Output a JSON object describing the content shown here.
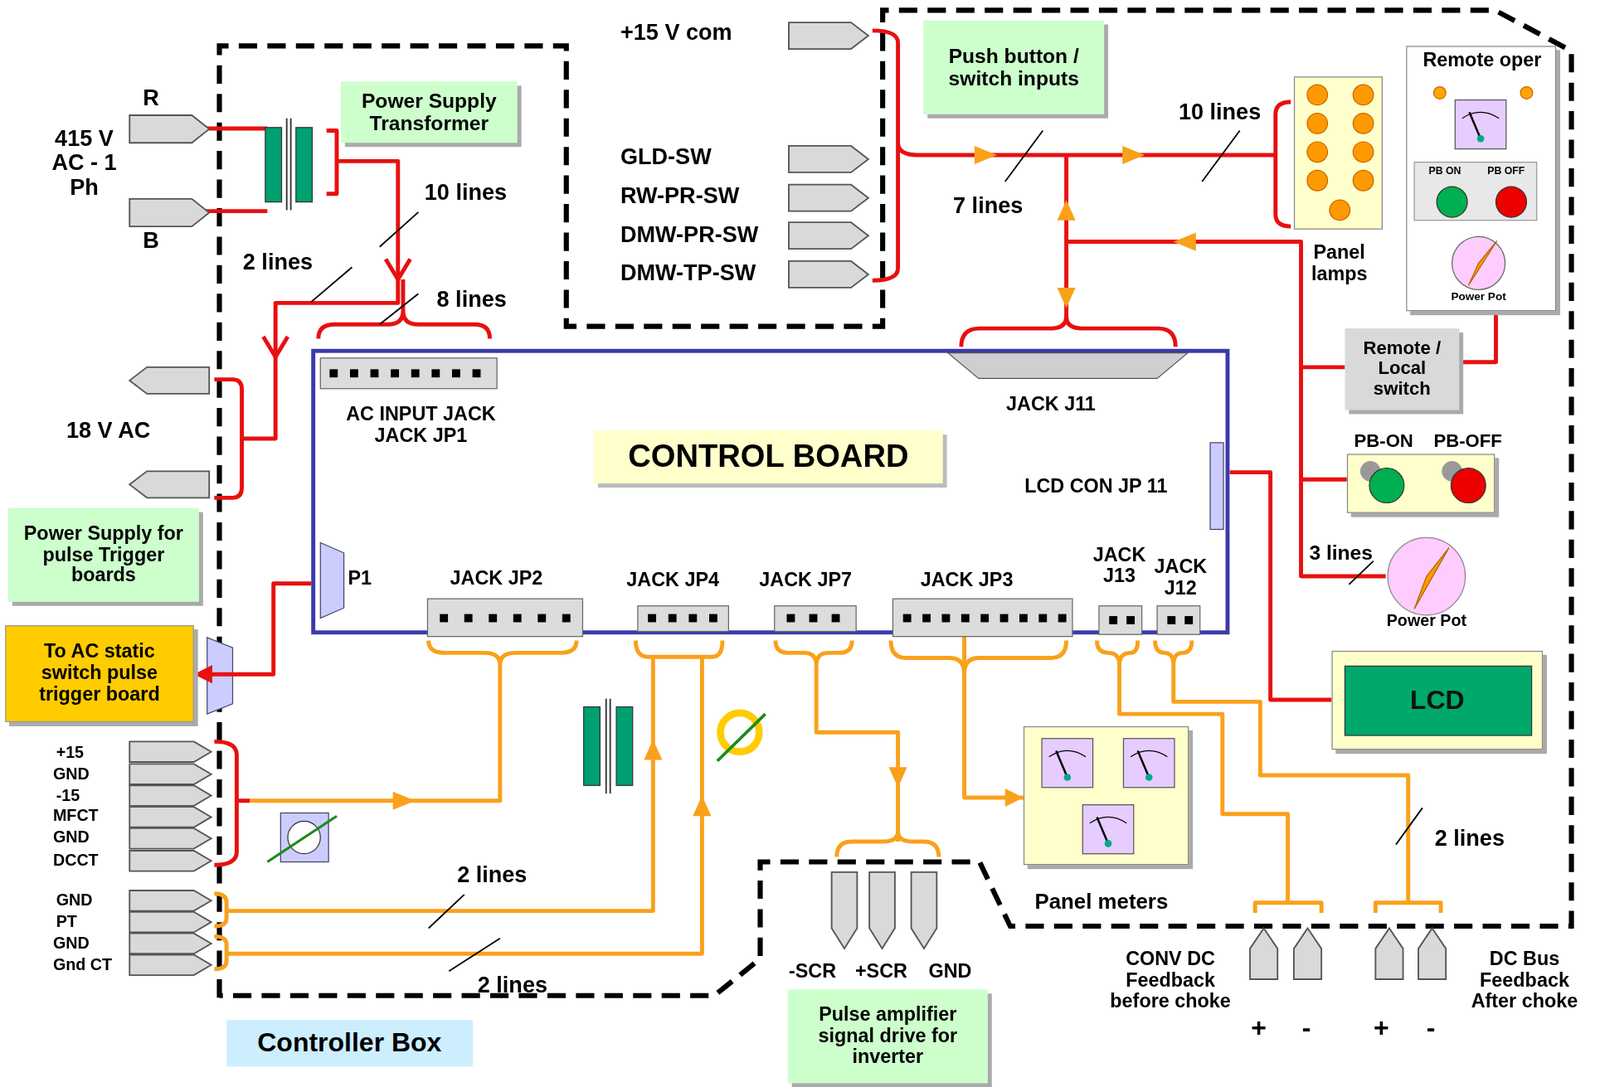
{
  "diagram": {
    "nodes": [
      {
        "text": [
          "Power Supply Transformer"
        ]
      },
      {
        "text": [
          "Push button / switch inputs"
        ]
      },
      {
        "text": [
          "Remote oper",
          "PB ON",
          "PB OFF",
          "Power Pot"
        ]
      },
      {
        "text": [
          "Panel lamps"
        ]
      },
      {
        "text": [
          "AC INPUT JACK JACK JP1",
          "JACK J11",
          "LCD CON JP 11",
          "P1",
          "JACK JP2",
          "JACK JP4",
          "JACK JP7",
          "JACK JP3",
          "JACK J13",
          "JACK J12"
        ]
      },
      {
        "text": [
          "CONTROL BOARD"
        ],
        "in": 4
      },
      {
        "text": [
          "Remote / Local switch"
        ]
      },
      {
        "text": [
          "PB-ON",
          "PB-OFF"
        ]
      },
      {
        "text": [
          "Power Supply for pulse Trigger boards"
        ]
      },
      {
        "text": [
          "Power Pot"
        ]
      },
      {
        "text": [
          "To AC static switch pulse trigger board"
        ]
      },
      {
        "text": [
          "LCD"
        ]
      },
      {
        "text": [
          "Panel meters"
        ]
      },
      {
        "text": [
          "Pulse amplifier signal drive for inverter"
        ]
      },
      {
        "text": [
          "Controller Box"
        ]
      }
    ],
    "edges": [
      {
        "from": 4,
        "to": 11,
        "arrow": "none"
      },
      {
        "from": 4,
        "to": 12,
        "arrow": "to"
      },
      {
        "from": 4,
        "to": 10,
        "arrow": "to"
      },
      {
        "from": 6,
        "to": 2,
        "arrow": "none"
      }
    ],
    "labels": [
      "+15 V com",
      "R",
      "415 V AC - 1 Ph",
      "10 lines",
      "GLD-SW",
      "RW-PR-SW",
      "DMW-PR-SW",
      "DMW-TP-SW",
      "10 lines",
      "7 lines",
      "B",
      "2 lines",
      "8 lines",
      "18 V AC",
      "3 lines",
      "+15",
      "GND",
      "-15",
      "MFCT",
      "GND",
      "DCCT",
      "2 lines",
      "2 lines",
      "GND",
      "PT",
      "GND",
      "Gnd CT",
      "-SCR",
      "+SCR",
      "GND",
      "2 lines",
      "CONV DC Feedback before choke",
      "DC Bus Feedback After choke",
      "+",
      "-",
      "+",
      "-"
    ]
  }
}
